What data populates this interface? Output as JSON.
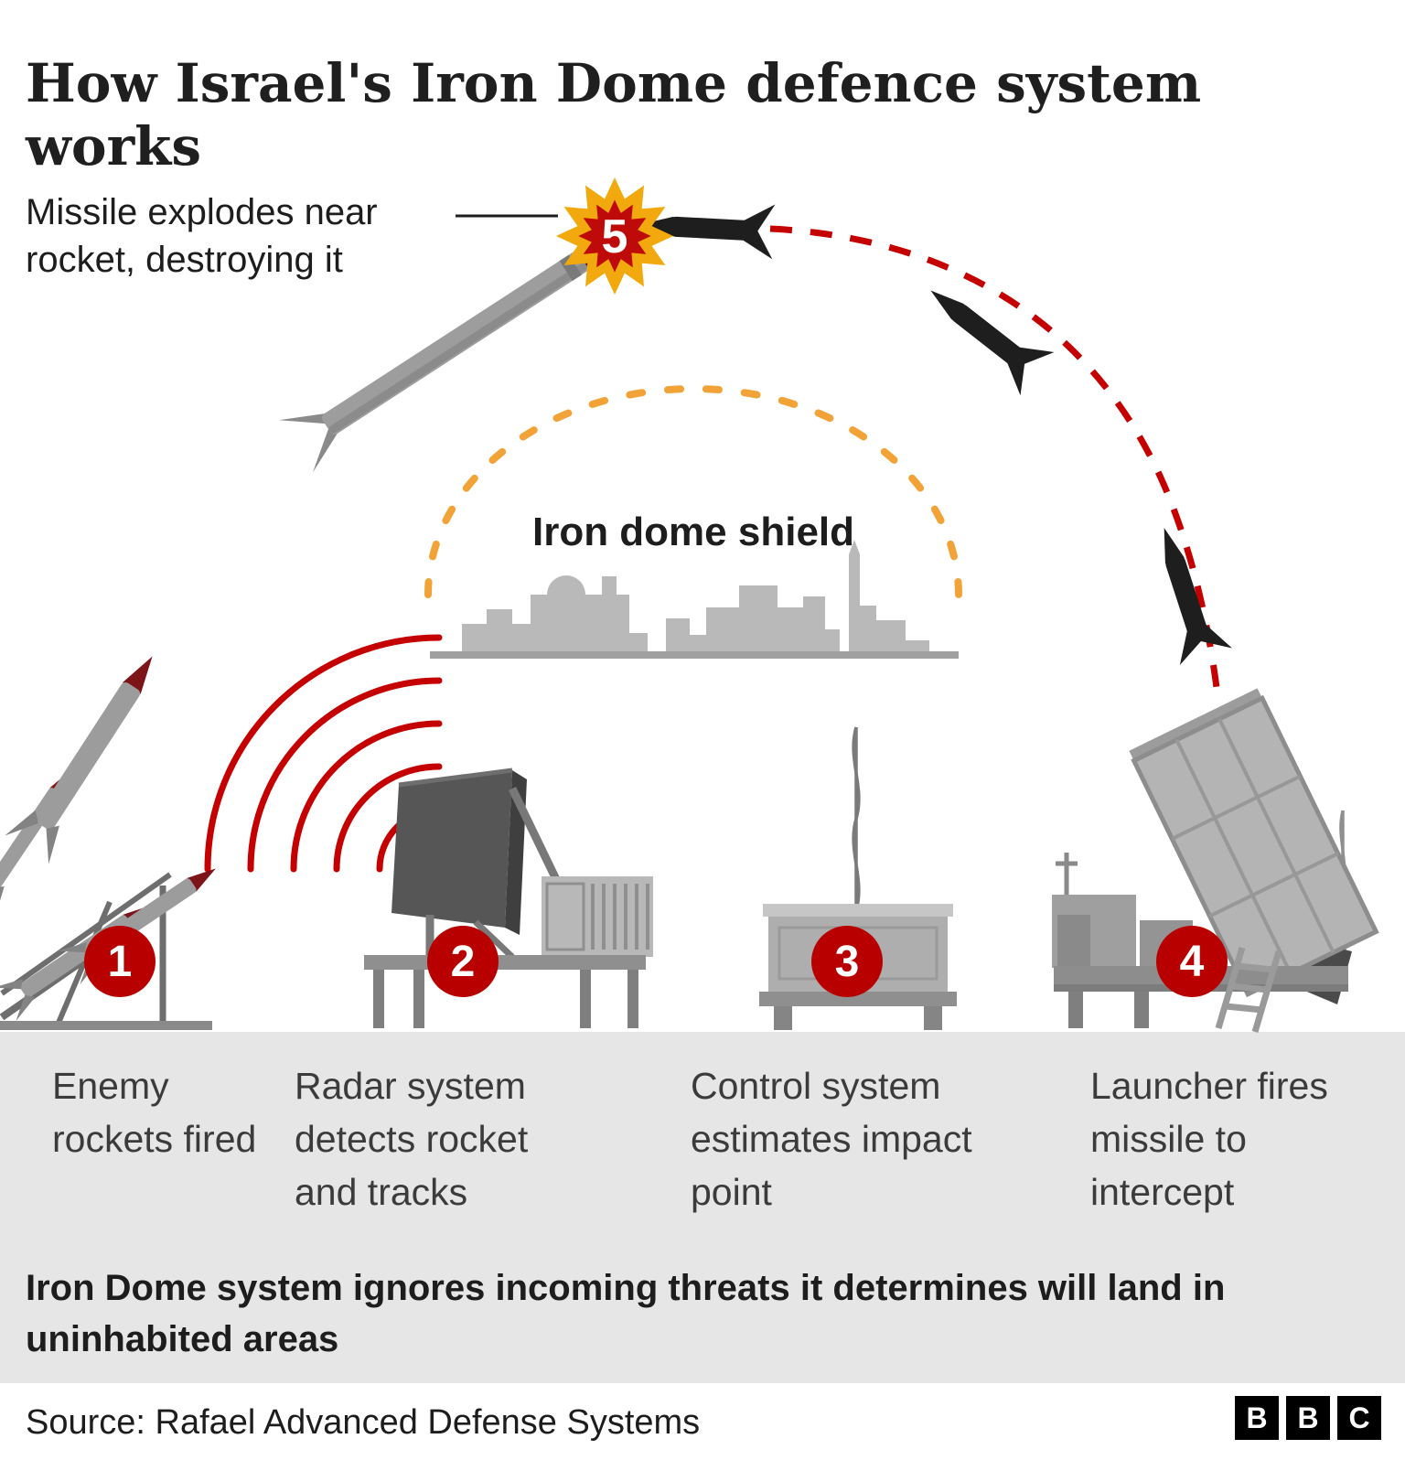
{
  "title": "How Israel's Iron Dome defence system works",
  "callout": {
    "label": "Missile explodes near rocket, destroying it",
    "step_number": "5"
  },
  "dome": {
    "label": "Iron dome shield"
  },
  "steps": [
    {
      "number": "1",
      "caption": "Enemy rockets fired"
    },
    {
      "number": "2",
      "caption": "Radar system detects rocket and tracks"
    },
    {
      "number": "3",
      "caption": "Control system estimates impact point"
    },
    {
      "number": "4",
      "caption": "Launcher fires missile to intercept"
    }
  ],
  "note": "Iron Dome system ignores incoming threats it determines will land in uninhabited areas",
  "source": "Source: Rafael Advanced Defense Systems",
  "logo": {
    "letters": [
      "B",
      "B",
      "C"
    ]
  },
  "colors": {
    "accent_red": "#b80000",
    "trajectory_red": "#c40000",
    "dome_orange": "#f2a337",
    "band_gray": "#e6e6e6",
    "text_dark": "#1d1d1d",
    "metal_gray": "#9c9c9c"
  }
}
